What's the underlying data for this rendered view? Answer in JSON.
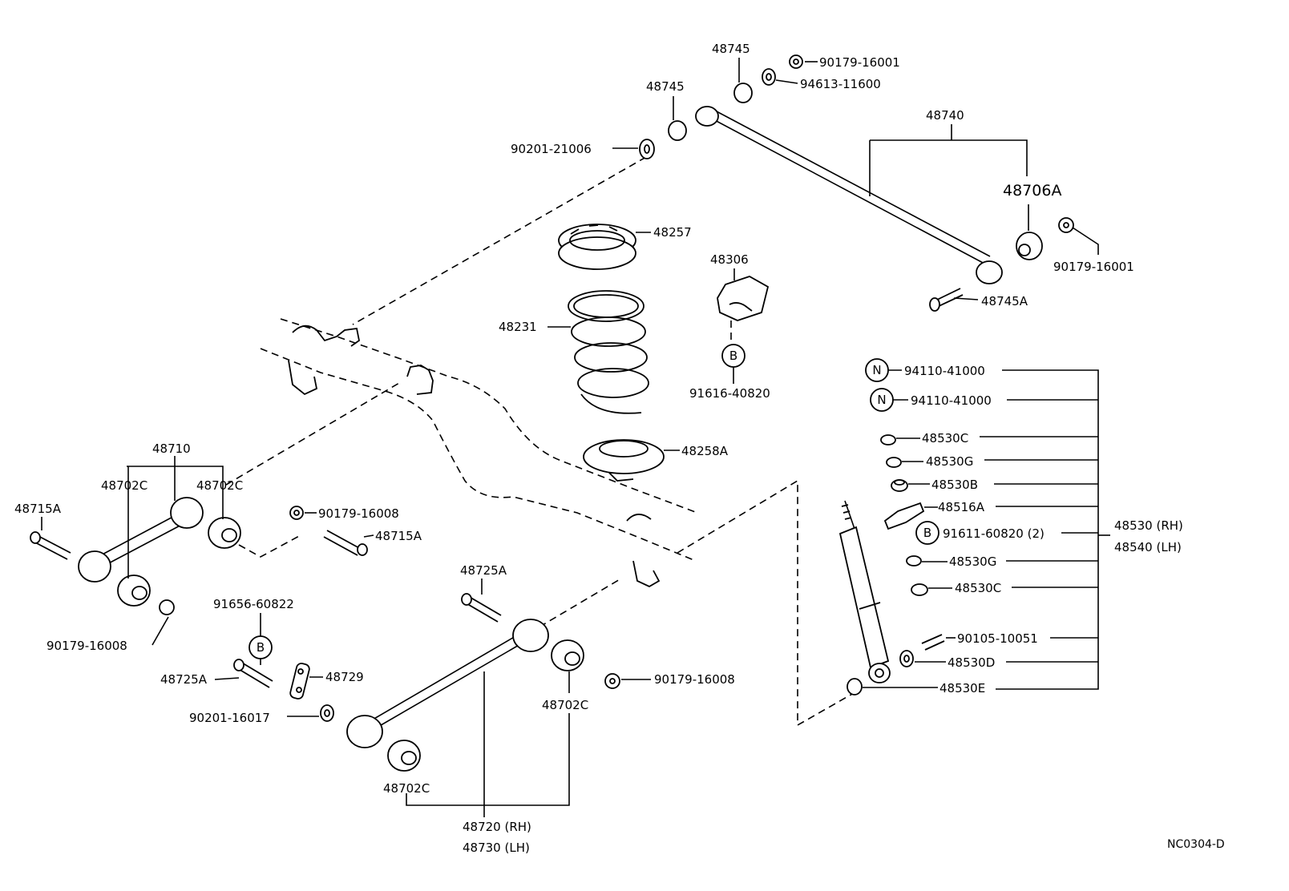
{
  "diagram": {
    "figure_code": "NC0304-D",
    "circled_symbols": {
      "n": "N",
      "b": "B"
    },
    "labels": {
      "p48745_top": "48745",
      "p90179_16001_top": "90179-16001",
      "p94613_11600": "94613-11600",
      "p48745_mid": "48745",
      "p90201_21006": "90201-21006",
      "p48740": "48740",
      "p48706A": "48706A",
      "p90179_16001_right": "90179-16001",
      "p48745A": "48745A",
      "p48257": "48257",
      "p48306": "48306",
      "p48231": "48231",
      "p91616_40820": "91616-40820",
      "p48258A": "48258A",
      "p94110_41000_a": "94110-41000",
      "p94110_41000_b": "94110-41000",
      "p48530C_a": "48530C",
      "p48530G_a": "48530G",
      "p48530B": "48530B",
      "p48516A": "48516A",
      "p91611_60820": "91611-60820 (2)",
      "p48530_rh": "48530 (RH)",
      "p48540_lh": "48540 (LH)",
      "p48530G_b": "48530G",
      "p48530C_b": "48530C",
      "p90105_10051": "90105-10051",
      "p48530D": "48530D",
      "p48530E": "48530E",
      "p48710": "48710",
      "p48702C_left": "48702C",
      "p48702C_right": "48702C",
      "p48715A_left": "48715A",
      "p90179_16008_mid": "90179-16008",
      "p48715A_mid": "48715A",
      "p90179_16008_left": "90179-16008",
      "p48725A_top": "48725A",
      "p91656_60822": "91656-60822",
      "p48725A_left": "48725A",
      "p48729": "48729",
      "p90201_16017": "90201-16017",
      "p90179_16008_right": "90179-16008",
      "p48702C_lower_right": "48702C",
      "p48702C_lower_left": "48702C",
      "p48720_rh": "48720 (RH)",
      "p48730_lh": "48730 (LH)"
    }
  }
}
